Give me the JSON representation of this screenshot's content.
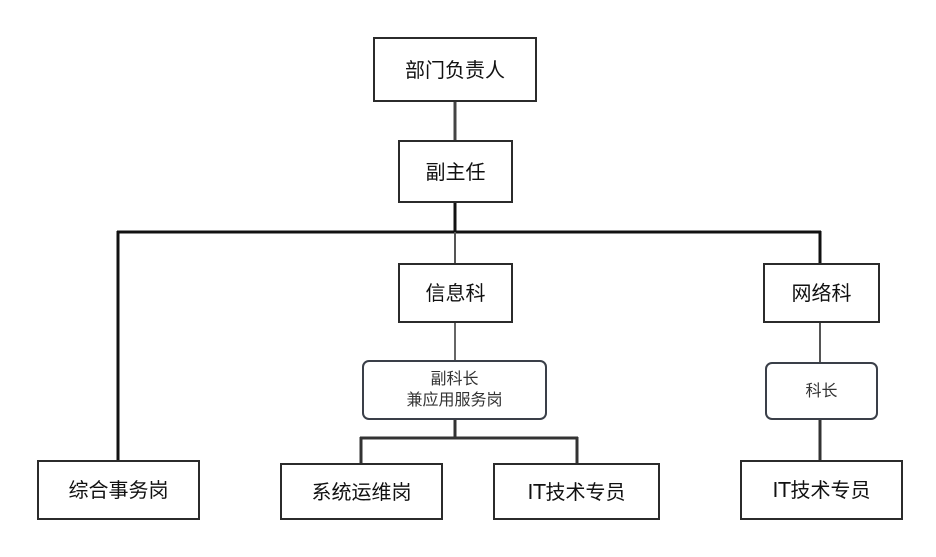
{
  "nodes": {
    "head": "部门负责人",
    "deputy_director": "副主任",
    "general_affairs": "综合事务岗",
    "info_section": "信息科",
    "info_deputy_line1": "副科长",
    "info_deputy_line2": "兼应用服务岗",
    "sys_ops": "系统运维岗",
    "it_specialist_info": "IT技术专员",
    "network_section": "网络科",
    "network_chief": "科长",
    "it_specialist_network": "IT技术专员"
  }
}
